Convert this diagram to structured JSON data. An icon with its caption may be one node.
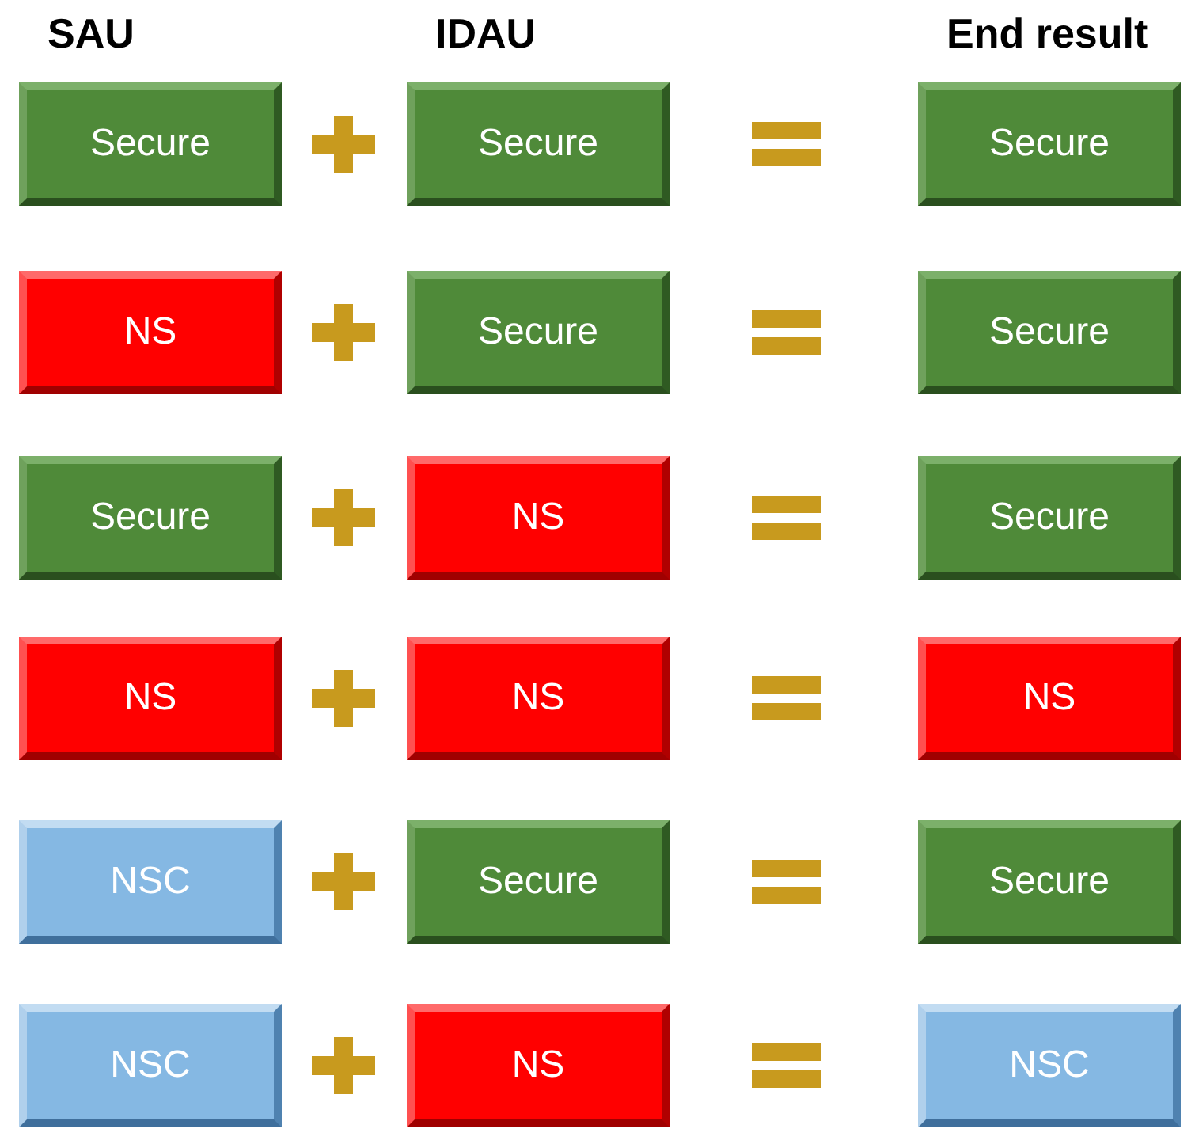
{
  "diagram": {
    "nodes": [
      {
        "text": [
          "Secure"
        ]
      },
      {
        "text": [
          "Secure"
        ]
      },
      {
        "text": [
          "Secure"
        ]
      },
      {
        "text": [
          "NS"
        ]
      },
      {
        "text": [
          "Secure"
        ]
      },
      {
        "text": [
          "Secure"
        ]
      },
      {
        "text": [
          "Secure"
        ]
      },
      {
        "text": [
          "NS"
        ]
      },
      {
        "text": [
          "Secure"
        ]
      },
      {
        "text": [
          "NS"
        ]
      },
      {
        "text": [
          "NS"
        ]
      },
      {
        "text": [
          "NS"
        ]
      },
      {
        "text": [
          "NSC"
        ]
      },
      {
        "text": [
          "Secure"
        ]
      },
      {
        "text": [
          "Secure"
        ]
      },
      {
        "text": [
          "NSC"
        ]
      },
      {
        "text": [
          "NS"
        ]
      },
      {
        "text": [
          "NSC"
        ]
      }
    ],
    "labels": [
      "SAU",
      "IDAU",
      "End result"
    ]
  }
}
